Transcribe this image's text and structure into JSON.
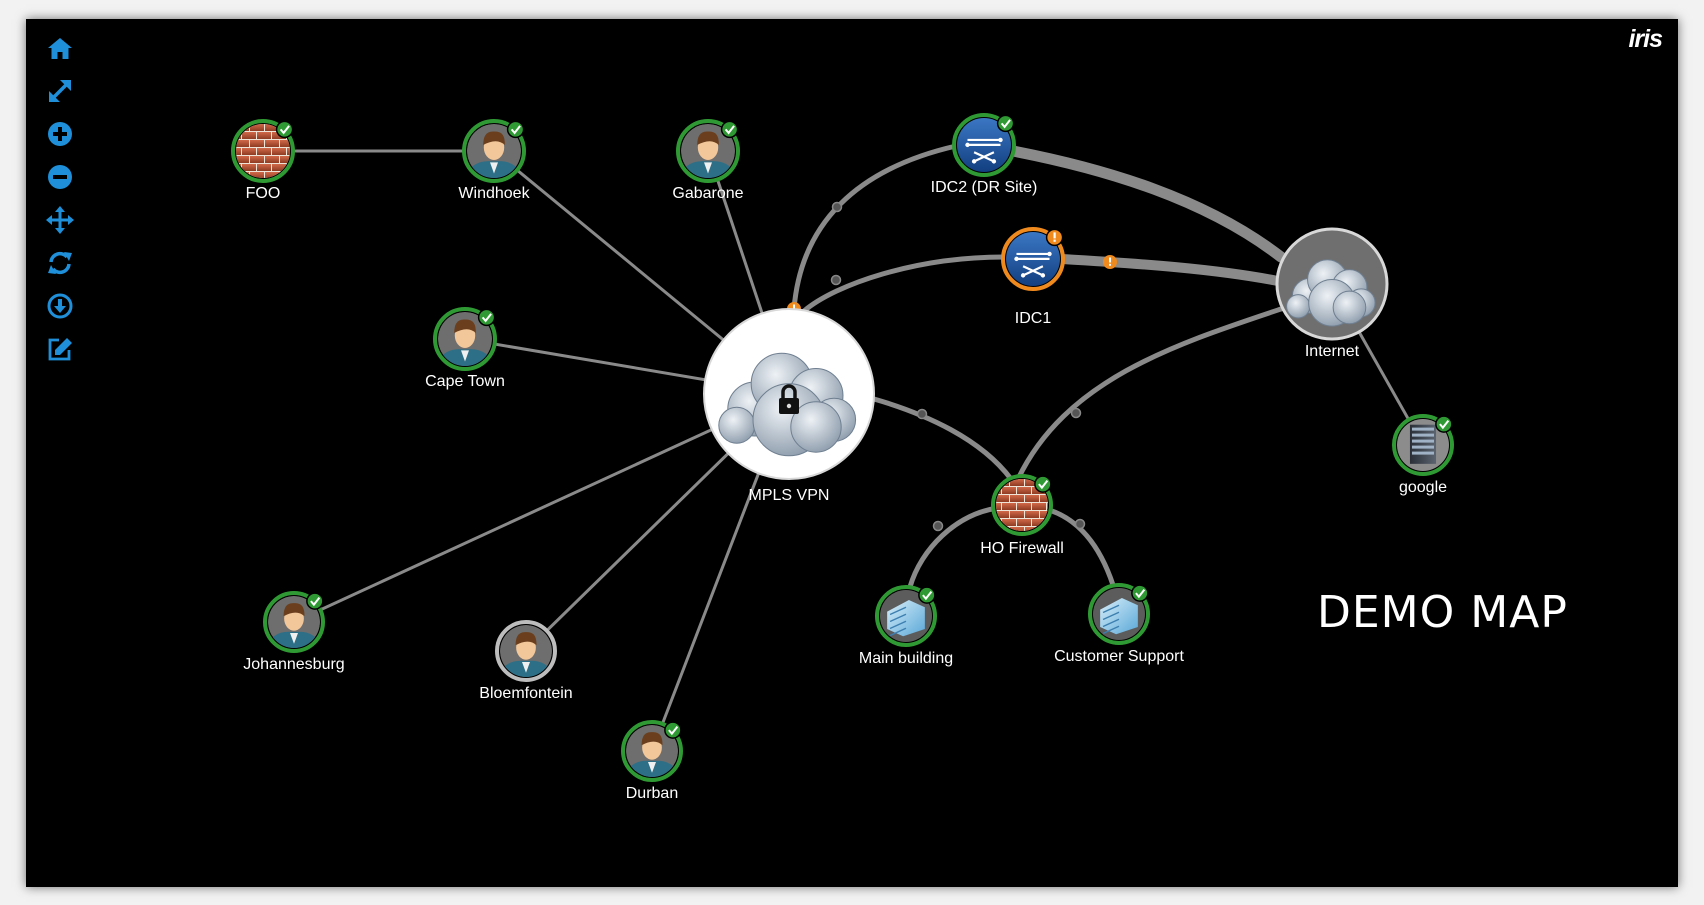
{
  "brand": "iris",
  "map_title": "DEMO MAP",
  "colors": {
    "background": "#000000",
    "toolbar_icon": "#1e8fd8",
    "status_ok": "#2f9a33",
    "status_warn": "#ef8a1f",
    "status_neutral": "#bdbdbd",
    "link": "#8a8a8a",
    "label": "#ffffff"
  },
  "toolbar": [
    {
      "name": "home-icon"
    },
    {
      "name": "fit-to-screen-icon"
    },
    {
      "name": "zoom-in-icon"
    },
    {
      "name": "zoom-out-icon"
    },
    {
      "name": "pan-icon"
    },
    {
      "name": "refresh-icon"
    },
    {
      "name": "download-icon"
    },
    {
      "name": "edit-icon"
    }
  ],
  "nodes": [
    {
      "id": "foo",
      "label": "FOO",
      "type": "firewall",
      "status": "ok"
    },
    {
      "id": "windhoek",
      "label": "Windhoek",
      "type": "user",
      "status": "ok"
    },
    {
      "id": "gabarone",
      "label": "Gabarone",
      "type": "user",
      "status": "ok"
    },
    {
      "id": "capetown",
      "label": "Cape Town",
      "type": "user",
      "status": "ok"
    },
    {
      "id": "mpls",
      "label": "MPLS VPN",
      "type": "cloud-locked",
      "status": "neutral"
    },
    {
      "id": "idc2",
      "label": "IDC2 (DR Site)",
      "type": "router",
      "status": "ok"
    },
    {
      "id": "idc1",
      "label": "IDC1",
      "type": "router",
      "status": "warn"
    },
    {
      "id": "internet",
      "label": "Internet",
      "type": "cloud",
      "status": "neutral"
    },
    {
      "id": "google",
      "label": "google",
      "type": "server",
      "status": "ok"
    },
    {
      "id": "hofw",
      "label": "HO Firewall",
      "type": "firewall",
      "status": "ok"
    },
    {
      "id": "mainbuilding",
      "label": "Main building",
      "type": "building",
      "status": "ok"
    },
    {
      "id": "custsupport",
      "label": "Customer Support",
      "type": "building",
      "status": "ok"
    },
    {
      "id": "johannesburg",
      "label": "Johannesburg",
      "type": "user",
      "status": "ok"
    },
    {
      "id": "bloemfontein",
      "label": "Bloemfontein",
      "type": "user",
      "status": "neutral"
    },
    {
      "id": "durban",
      "label": "Durban",
      "type": "user",
      "status": "ok"
    }
  ],
  "links": [
    {
      "from": "foo",
      "to": "windhoek",
      "status": "ok"
    },
    {
      "from": "windhoek",
      "to": "mpls",
      "status": "ok"
    },
    {
      "from": "gabarone",
      "to": "mpls",
      "status": "ok"
    },
    {
      "from": "capetown",
      "to": "mpls",
      "status": "ok"
    },
    {
      "from": "johannesburg",
      "to": "mpls",
      "status": "ok"
    },
    {
      "from": "bloemfontein",
      "to": "mpls",
      "status": "ok"
    },
    {
      "from": "durban",
      "to": "mpls",
      "status": "ok"
    },
    {
      "from": "mpls",
      "to": "idc2",
      "status": "warn"
    },
    {
      "from": "mpls",
      "to": "idc1",
      "status": "ok"
    },
    {
      "from": "idc2",
      "to": "internet",
      "status": "ok"
    },
    {
      "from": "idc1",
      "to": "internet",
      "status": "warn"
    },
    {
      "from": "mpls",
      "to": "hofw",
      "status": "ok"
    },
    {
      "from": "hofw",
      "to": "internet",
      "status": "ok"
    },
    {
      "from": "hofw",
      "to": "mainbuilding",
      "status": "ok"
    },
    {
      "from": "hofw",
      "to": "custsupport",
      "status": "ok"
    },
    {
      "from": "internet",
      "to": "google",
      "status": "ok"
    }
  ]
}
